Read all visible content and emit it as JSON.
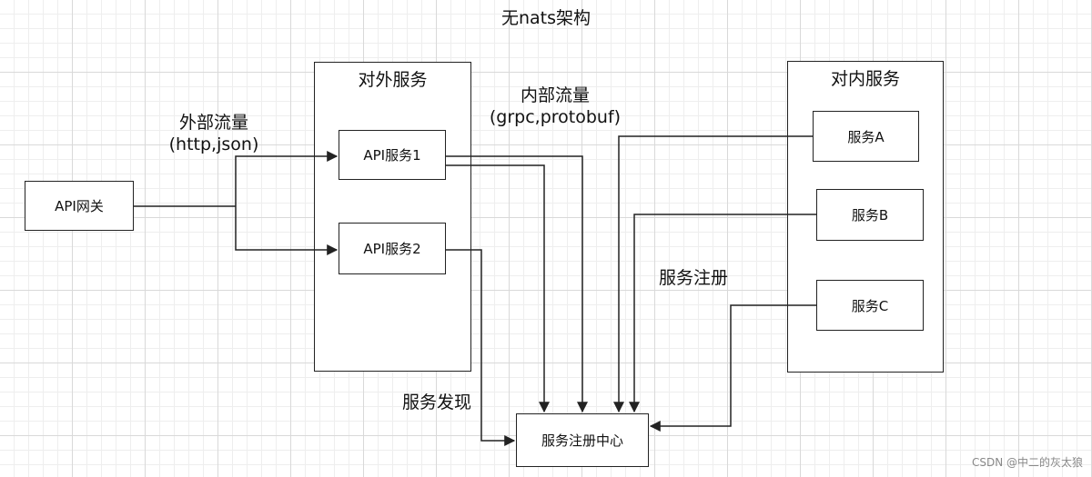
{
  "title": "无nats架构",
  "nodes": {
    "gateway": "API网关",
    "api1": "API服务1",
    "api2": "API服务2",
    "svcA": "服务A",
    "svcB": "服务B",
    "svcC": "服务C",
    "registry": "服务注册中心"
  },
  "groups": {
    "external": "对外服务",
    "internal": "对内服务"
  },
  "labels": {
    "ext_traffic_line1": "外部流量",
    "ext_traffic_line2": "(http,json)",
    "int_traffic_line1": "内部流量",
    "int_traffic_line2": "(grpc,protobuf)",
    "registration": "服务注册",
    "discovery": "服务发现"
  },
  "watermark": "CSDN @中二的灰太狼",
  "colors": {
    "stroke": "#222222",
    "grid": "#d9d9d9"
  }
}
